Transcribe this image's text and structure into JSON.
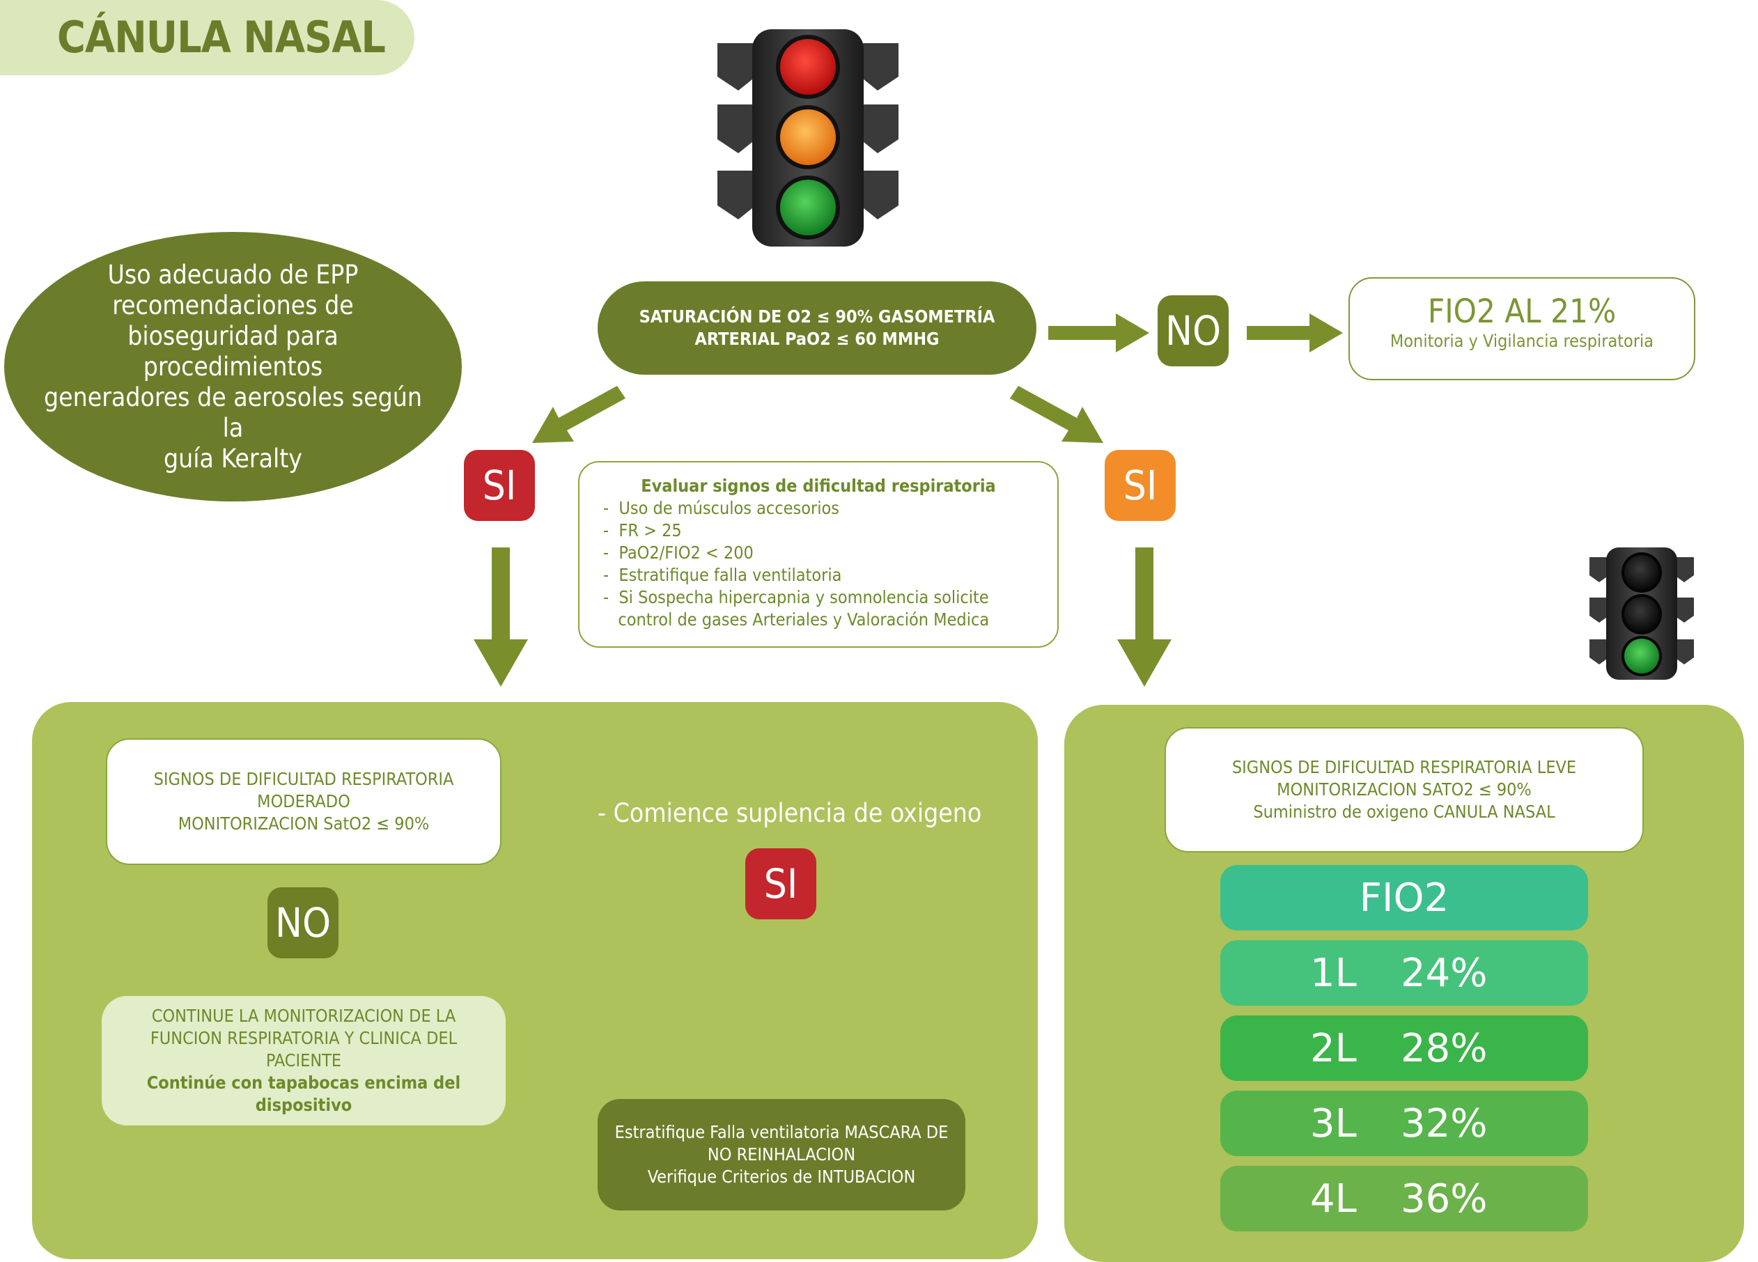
{
  "title": "CÁNULA NASAL",
  "epp_note": "Uso adecuado de EPP\nrecomendaciones de\nbioseguridad para procedimientos\ngeneradores de aerosoles según la\nguía Keralty",
  "saturation": {
    "line1": "SATURACIÓN DE O2 ≤ 90% GASOMETRÍA",
    "line2": "ARTERIAL PaO2 ≤ 60 MMHG"
  },
  "no_top": "NO",
  "fio2_room": {
    "title": "FIO2 AL 21%",
    "subtitle": "Monitoria y Vigilancia respiratoria"
  },
  "si_left": "SI",
  "si_right": "SI",
  "evaluate": {
    "heading": "Evaluar signos de dificultad respiratoria",
    "items": [
      "-  Uso de músculos accesorios",
      "-  FR > 25",
      "-  PaO2/FIO2 < 200",
      "-  Estratifique falla ventilatoria",
      "-  Si Sospecha hipercapnia y somnolencia solicite",
      "   control de gases Arteriales y Valoración Medica"
    ]
  },
  "moderate": {
    "line1": "SIGNOS DE DIFICULTAD RESPIRATORIA",
    "line2": "MODERADO",
    "line3": "MONITORIZACION SatO2 ≤ 90%"
  },
  "no_moderate": "NO",
  "continue": {
    "line1": "CONTINUE LA MONITORIZACION DE LA",
    "line2": "FUNCION RESPIRATORIA Y CLINICA DEL",
    "line3": "PACIENTE",
    "line4": "Continúe con tapabocas encima del",
    "line5": "dispositivo"
  },
  "start_oxygen": "- Comience suplencia de oxigeno",
  "si_moderate": "SI",
  "stratify": {
    "line1": "Estratifique Falla ventilatoria  MASCARA DE",
    "line2": "NO REINHALACION",
    "line3": "Verifique Criterios de INTUBACION"
  },
  "mild": {
    "line1": "SIGNOS DE DIFICULTAD RESPIRATORIA  LEVE",
    "line2": "MONITORIZACION SATO2 ≤ 90%",
    "line3": "Suministro de oxigeno CANULA NASAL"
  },
  "fio2_table": {
    "header": "FIO2",
    "rows": [
      {
        "liters": "1L",
        "percent": "24%",
        "color": "#45c37c"
      },
      {
        "liters": "2L",
        "percent": "28%",
        "color": "#3ab54a"
      },
      {
        "liters": "3L",
        "percent": "32%",
        "color": "#55b54c"
      },
      {
        "liters": "4L",
        "percent": "36%",
        "color": "#6cb24a"
      }
    ],
    "header_color": "#3bbf8e"
  },
  "colors": {
    "olive": "#6b7d2a",
    "panel": "#adc25a",
    "red": "#c3262c",
    "orange": "#f28d29"
  }
}
